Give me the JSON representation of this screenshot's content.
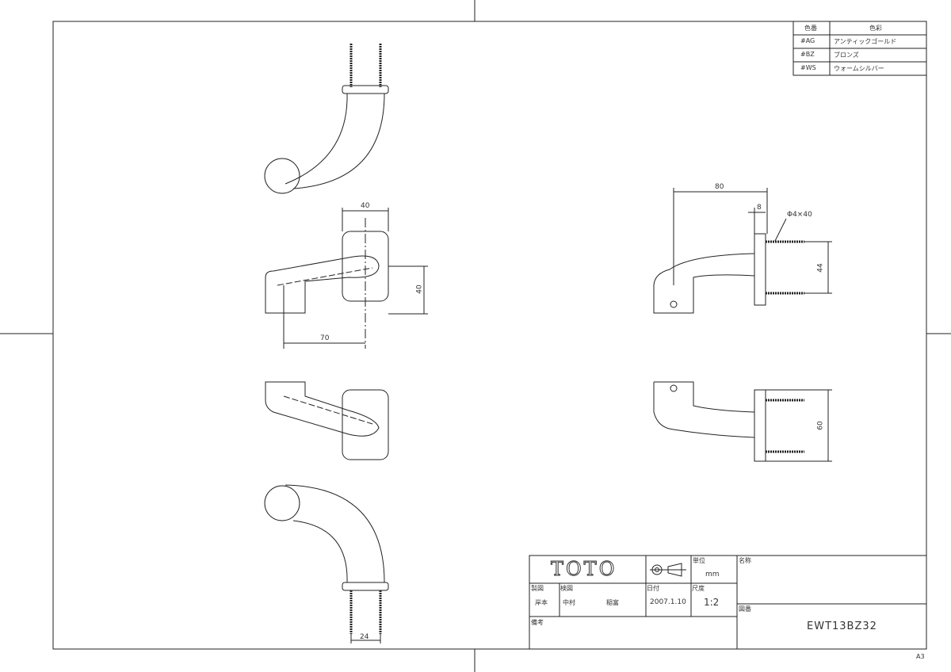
{
  "color_table": {
    "headers": [
      "色番",
      "色彩"
    ],
    "rows": [
      {
        "code": "#AG",
        "name": "アンティックゴールド"
      },
      {
        "code": "#BZ",
        "name": "ブロンズ"
      },
      {
        "code": "#WS",
        "name": "ウォームシルバー"
      }
    ]
  },
  "dimensions": {
    "d40_top": "40",
    "d40_side": "40",
    "d70": "70",
    "d80": "80",
    "d8": "8",
    "screw": "Φ4×40",
    "d44": "44",
    "d60": "60",
    "d24": "24"
  },
  "title_block": {
    "logo": "TOTO",
    "unit_label": "単位",
    "unit": "mm",
    "drafter_label": "製図",
    "drafter": "岸本",
    "checker_label": "検図",
    "checker1": "中村",
    "checker2": "稲富",
    "date_label": "日付",
    "date": "2007.1.10",
    "scale_label": "尺度",
    "scale": "1:2",
    "name_label": "名称",
    "drawing_no_label": "図番",
    "drawing_no": "EWT13BZ32",
    "notes_label": "備考"
  },
  "sheet_size": "A3"
}
